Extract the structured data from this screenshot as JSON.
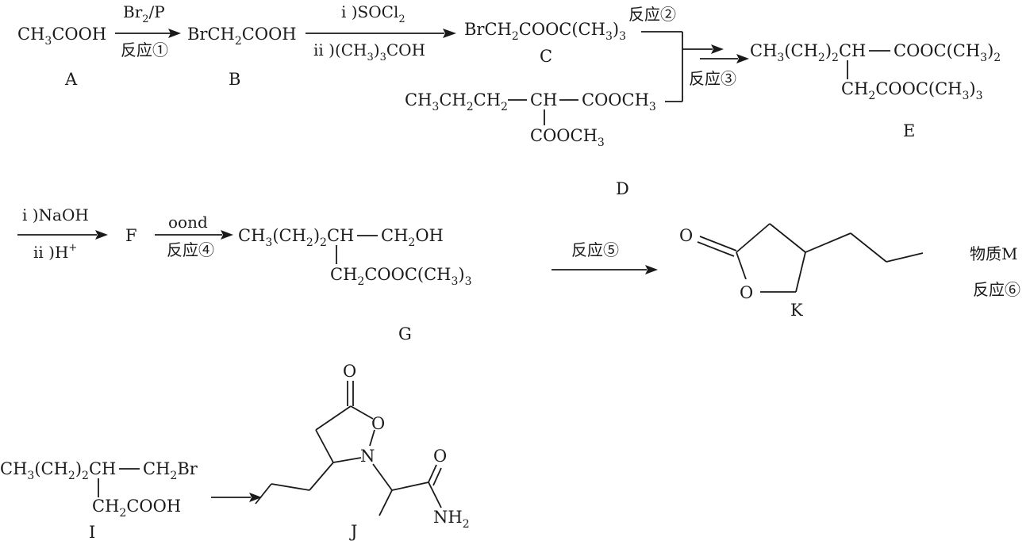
{
  "compounds": {
    "A": {
      "label": "A",
      "formula": "CH3COOH"
    },
    "B": {
      "label": "B",
      "formula": "BrCH2COOH"
    },
    "C": {
      "label": "C",
      "formula": "BrCH2COOC(CH3)3"
    },
    "D": {
      "label": "D",
      "left": "CH3CH2CH2",
      "center": "CH",
      "right": "COOCH3",
      "below": "COOCH3"
    },
    "E": {
      "label": "E",
      "left": "CH3(CH2)2CH",
      "right": "COOC(CH3)2",
      "below": "CH2COOC(CH3)3"
    },
    "F": {
      "label": "F"
    },
    "G": {
      "label": "G",
      "left": "CH3(CH2)2CH",
      "right": "CH2OH",
      "below": "CH2COOC(CH3)3"
    },
    "K": {
      "label": "K",
      "atom_carbonyl_O": "O",
      "atom_ring_O": "O"
    },
    "M": {
      "label": "物质M"
    },
    "I": {
      "label": "I",
      "left": "CH3(CH2)2CH",
      "right": "CH2Br",
      "below": "CH2COOH"
    },
    "J": {
      "label": "J",
      "atom_carbonyl_O": "O",
      "atom_ring_O": "O",
      "atom_N": "N",
      "atom_amide_O": "O",
      "atom_NH2": "NH2"
    }
  },
  "reactions": {
    "r1": {
      "above": "Br2/P",
      "below": "反应①"
    },
    "r_bc": {
      "above": "i )SOCl2",
      "below": "ii )(CH3)3COH"
    },
    "r2": {
      "label": "反应②"
    },
    "r3": {
      "label": "反应③"
    },
    "r_ef": {
      "above": "i )NaOH",
      "below": "ii )H+"
    },
    "r4": {
      "above": "oond",
      "below": "反应④"
    },
    "r5": {
      "label": "反应⑤"
    },
    "r6": {
      "label": "反应⑥"
    }
  }
}
